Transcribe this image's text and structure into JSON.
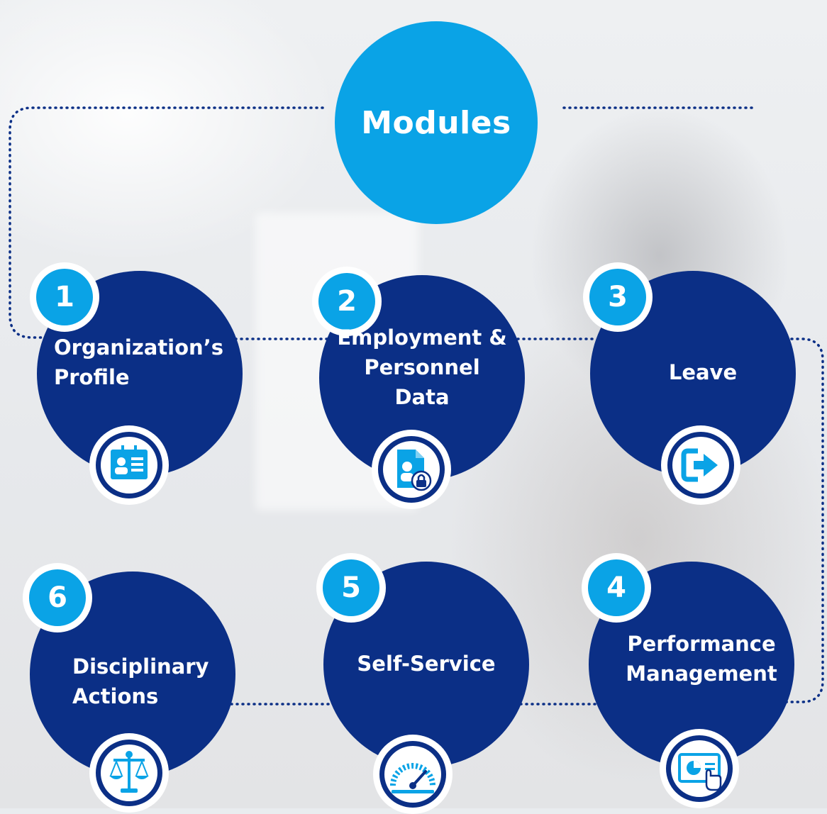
{
  "title": "Modules",
  "modules": [
    {
      "number": "1",
      "label": "Organization’s\nProfile",
      "icon": "id-card-icon"
    },
    {
      "number": "2",
      "label": "Employment &\nPersonnel Data",
      "icon": "secure-document-icon"
    },
    {
      "number": "3",
      "label": "Leave",
      "icon": "exit-arrow-icon"
    },
    {
      "number": "4",
      "label": "Performance\nManagement",
      "icon": "presentation-touch-icon"
    },
    {
      "number": "5",
      "label": "Self-Service",
      "icon": "speedometer-icon"
    },
    {
      "number": "6",
      "label": "Disciplinary\nActions",
      "icon": "scales-icon"
    }
  ],
  "colors": {
    "accent": "#0aa3e6",
    "navy": "#0b2f86",
    "connector": "#0b2f86"
  }
}
